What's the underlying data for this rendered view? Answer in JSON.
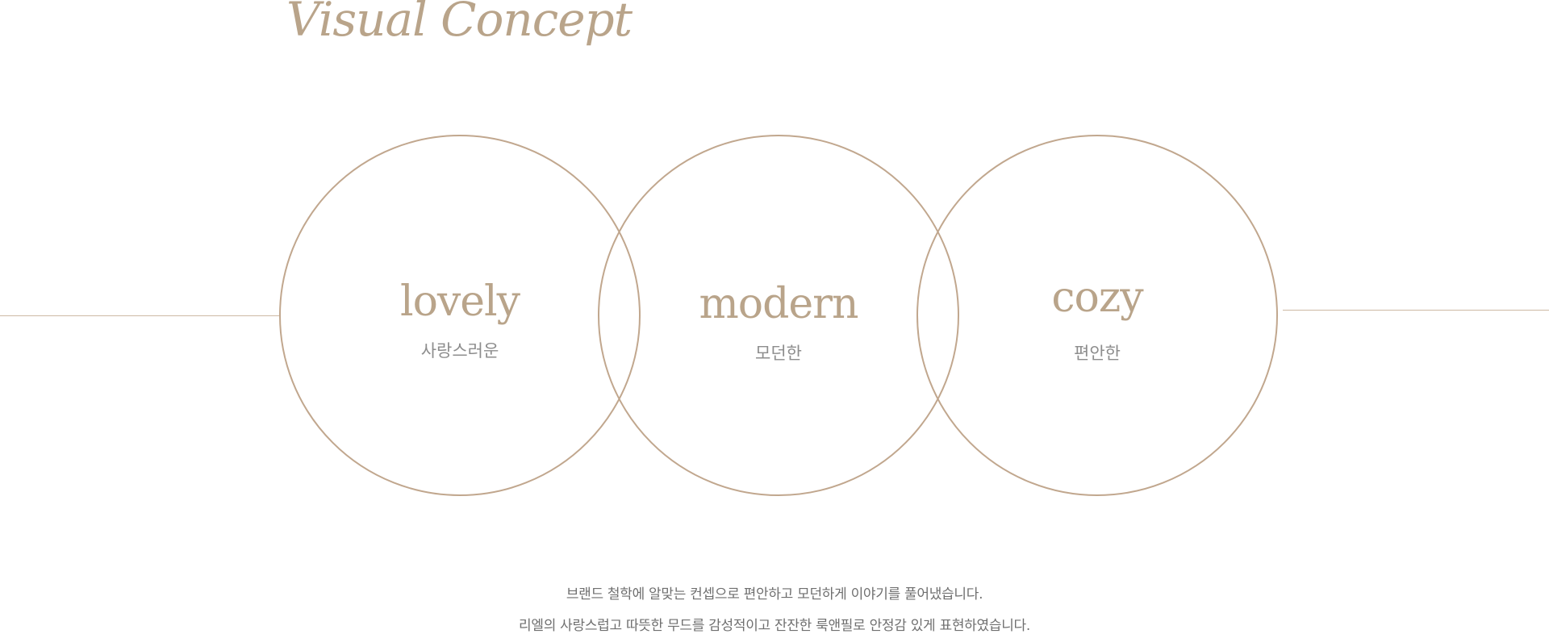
{
  "section": {
    "title": "Visual Concept"
  },
  "concepts": [
    {
      "word": "lovely",
      "subtitle": "사랑스러운"
    },
    {
      "word": "modern",
      "subtitle": "모던한"
    },
    {
      "word": "cozy",
      "subtitle": "편안한"
    }
  ],
  "description": {
    "line1": "브랜드 철학에 알맞는 컨셉으로 편안하고 모던하게 이야기를 풀어냈습니다.",
    "line2": "리엘의 사랑스럽고 따뜻한 무드를 감성적이고 잔잔한 룩앤필로 안정감 있게 표현하였습니다."
  },
  "colors": {
    "accent": "#b9a48a",
    "circle_stroke": "#c1a78e",
    "line": "#cdb9a4",
    "subtext": "#8d8d8d",
    "body_text": "#6f6f6f"
  }
}
